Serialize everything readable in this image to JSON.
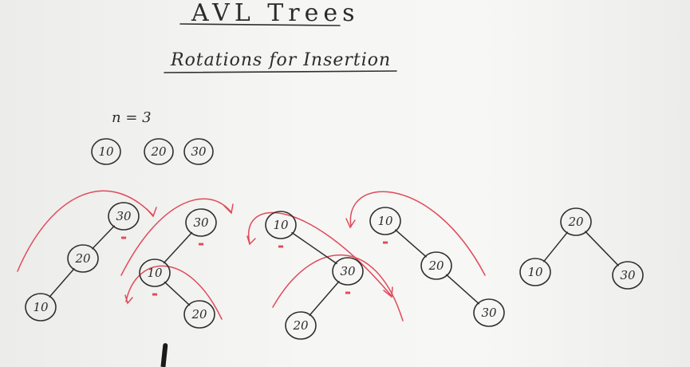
{
  "title": "AVL Trees",
  "subtitle": "Rotations for Insertion",
  "n_label": "n = 3",
  "keys": [
    "10",
    "20",
    "30"
  ],
  "balance_mark": "-",
  "colors": {
    "ink": "#2f2f2f",
    "annotation": "#e04a5a",
    "board": "#f6f6f4"
  },
  "trees": [
    {
      "nodes": [
        {
          "id": "30",
          "label": "30"
        },
        {
          "id": "20",
          "label": "20"
        },
        {
          "id": "10",
          "label": "10"
        }
      ],
      "edges": [
        [
          "30",
          "20"
        ],
        [
          "20",
          "10"
        ]
      ],
      "marked": [
        "30"
      ]
    },
    {
      "nodes": [
        {
          "id": "30",
          "label": "30"
        },
        {
          "id": "10",
          "label": "10"
        },
        {
          "id": "20",
          "label": "20"
        }
      ],
      "edges": [
        [
          "30",
          "10"
        ],
        [
          "10",
          "20"
        ]
      ],
      "marked": [
        "30",
        "10"
      ]
    },
    {
      "nodes": [
        {
          "id": "10",
          "label": "10"
        },
        {
          "id": "30",
          "label": "30"
        },
        {
          "id": "20",
          "label": "20"
        }
      ],
      "edges": [
        [
          "10",
          "30"
        ],
        [
          "30",
          "20"
        ]
      ],
      "marked": [
        "10",
        "30"
      ]
    },
    {
      "nodes": [
        {
          "id": "10",
          "label": "10"
        },
        {
          "id": "20",
          "label": "20"
        },
        {
          "id": "30",
          "label": "30"
        }
      ],
      "edges": [
        [
          "10",
          "20"
        ],
        [
          "20",
          "30"
        ]
      ],
      "marked": [
        "10"
      ]
    },
    {
      "nodes": [
        {
          "id": "20",
          "label": "20"
        },
        {
          "id": "10",
          "label": "10"
        },
        {
          "id": "30",
          "label": "30"
        }
      ],
      "edges": [
        [
          "20",
          "10"
        ],
        [
          "20",
          "30"
        ]
      ],
      "marked": []
    }
  ]
}
